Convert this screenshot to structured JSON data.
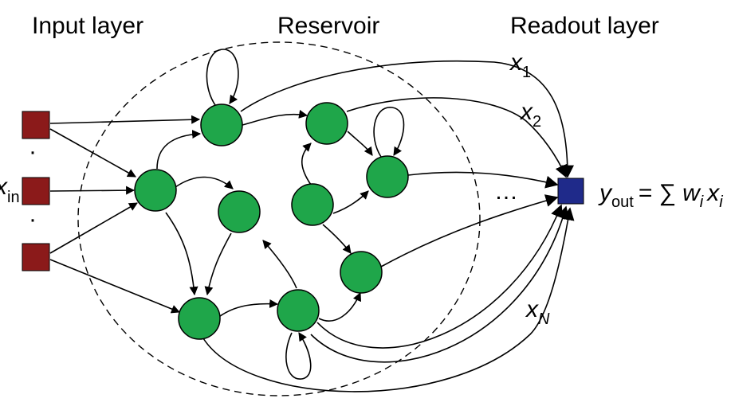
{
  "headers": {
    "input": "Input layer",
    "reservoir": "Reservoir",
    "readout": "Readout layer"
  },
  "labels": {
    "x_in": {
      "main": "x",
      "sub": "in"
    },
    "x_1": {
      "main": "x",
      "sub": "1"
    },
    "x_2": {
      "main": "x",
      "sub": "2"
    },
    "x_N": {
      "main": "x",
      "sub": "N"
    },
    "dots_input": "·",
    "dots_output": "…",
    "formula": {
      "y": "y",
      "y_sub": "out",
      "eq": "= ∑",
      "w": "w",
      "w_sub": "i",
      "x": "x",
      "x_sub": "i"
    }
  },
  "colors": {
    "input_node": "#8b1a1a",
    "reservoir_node": "#1fa64a",
    "output_node": "#1f2a8a",
    "edge": "#000000"
  }
}
